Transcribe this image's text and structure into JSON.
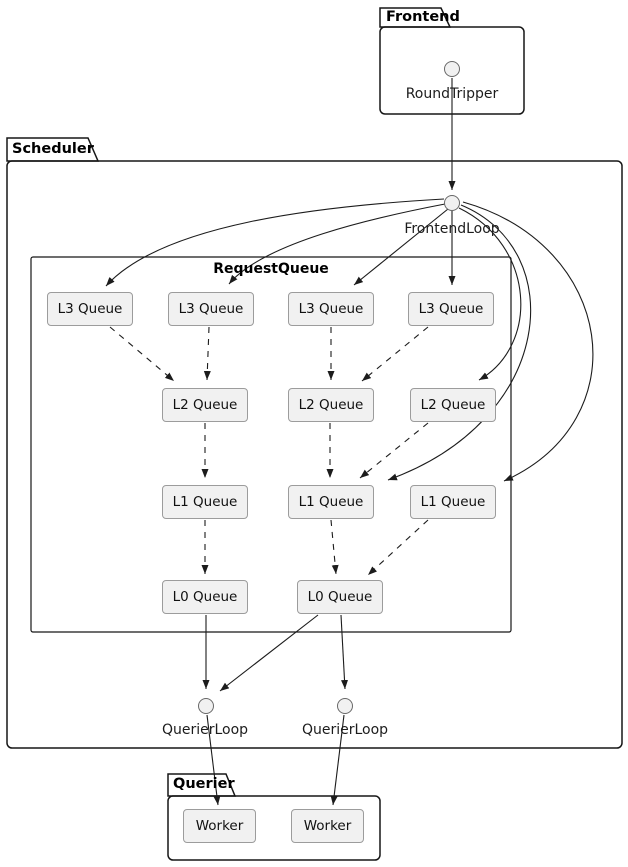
{
  "diagram": {
    "frontend": {
      "title": "Frontend",
      "round_tripper": "RoundTripper"
    },
    "scheduler": {
      "title": "Scheduler",
      "frontend_loop": "FrontendLoop",
      "request_queue": {
        "title": "RequestQueue",
        "l3_queues": [
          "L3 Queue",
          "L3 Queue",
          "L3 Queue",
          "L3 Queue"
        ],
        "l2_queues": [
          "L2 Queue",
          "L2 Queue",
          "L2 Queue"
        ],
        "l1_queues": [
          "L1 Queue",
          "L1 Queue",
          "L1 Queue"
        ],
        "l0_queues": [
          "L0 Queue",
          "L0 Queue"
        ]
      },
      "querier_loops": [
        "QuerierLoop",
        "QuerierLoop"
      ]
    },
    "querier": {
      "title": "Querier",
      "workers": [
        "Worker",
        "Worker"
      ]
    },
    "colors": {
      "background": "#ffffff",
      "line": "#1c1c1c",
      "node_fill": "#f1f1f1",
      "node_border": "#9c9c9c",
      "circle_border": "#696969"
    }
  }
}
